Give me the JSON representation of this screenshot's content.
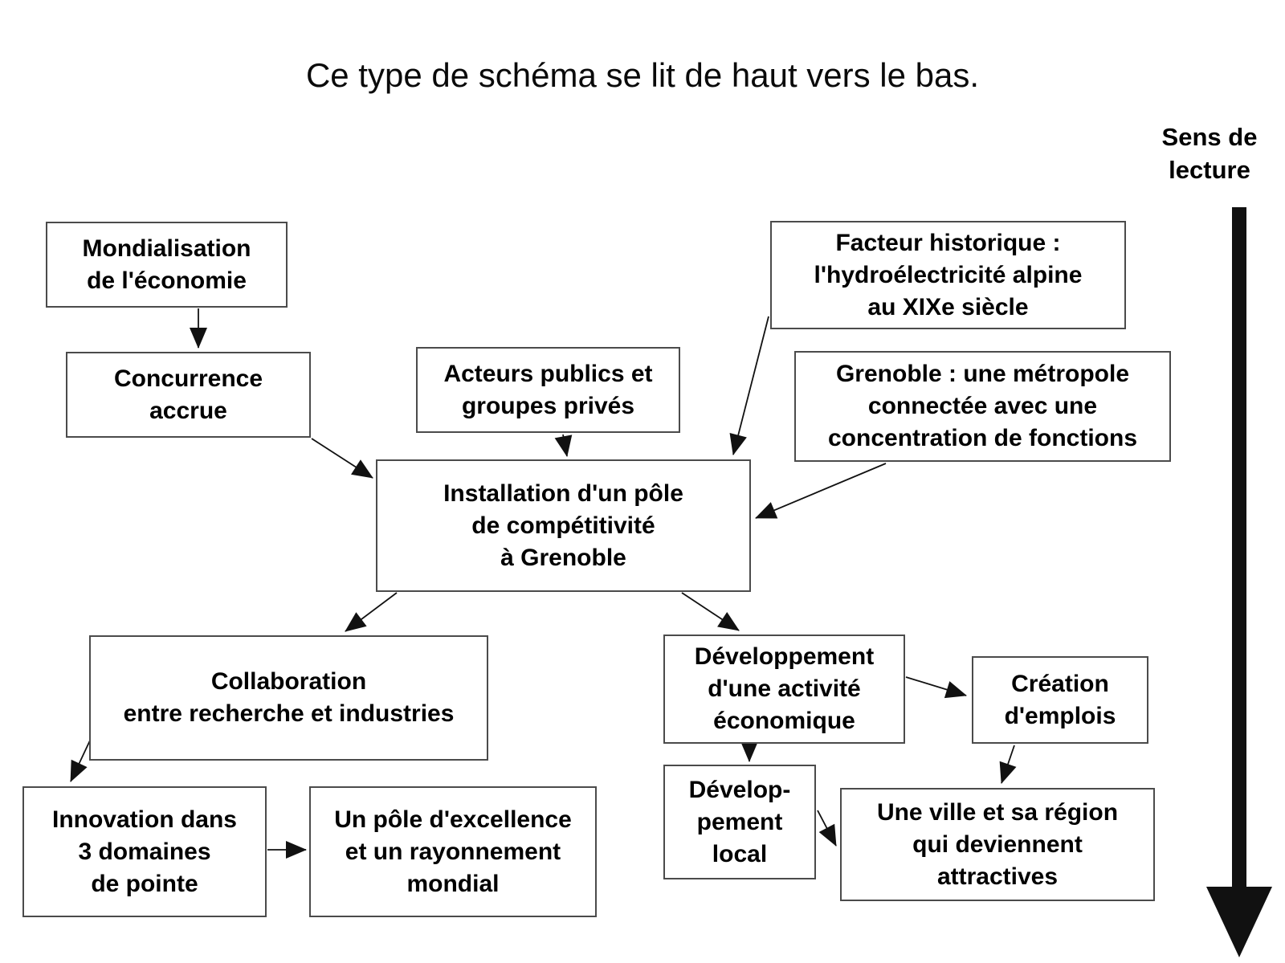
{
  "title": "Ce type de schéma se lit de haut vers le bas.",
  "reading_direction": {
    "label": "Sens de\nlecture"
  },
  "colors": {
    "background": "#ffffff",
    "text": "#000000",
    "box_border": "#4b4b4b",
    "arrow": "#111111"
  },
  "nodes": {
    "mondialisation": {
      "text": "Mondialisation\nde l'économie"
    },
    "concurrence": {
      "text": "Concurrence\naccrue"
    },
    "acteurs_publics": {
      "text": "Acteurs publics et\ngroupes privés"
    },
    "facteur_historique": {
      "text": "Facteur historique :\nl'hydroélectricité alpine\nau XIXe siècle"
    },
    "grenoble_metropole": {
      "text": "Grenoble : une métropole\nconnectée avec une\nconcentration de fonctions"
    },
    "installation": {
      "text": "Installation d'un pôle\nde compétitivité\nà Grenoble"
    },
    "collaboration": {
      "text": "Collaboration\nentre recherche et industries"
    },
    "developpement_activite": {
      "text": "Développement\nd'une activité\néconomique"
    },
    "creation_emplois": {
      "text": "Création\nd'emplois"
    },
    "innovation": {
      "text": "Innovation dans\n3 domaines\nde pointe"
    },
    "pole_excellence": {
      "text": "Un pôle d'excellence\net un rayonnement\nmondial"
    },
    "developpement_local": {
      "text": "Dévelop-\npement\nlocal"
    },
    "une_ville": {
      "text": "Une ville et sa région\nqui deviennent\nattractives"
    }
  },
  "edges": [
    {
      "from": "mondialisation",
      "to": "concurrence"
    },
    {
      "from": "concurrence",
      "to": "installation"
    },
    {
      "from": "acteurs_publics",
      "to": "installation"
    },
    {
      "from": "facteur_historique",
      "to": "installation"
    },
    {
      "from": "grenoble_metropole",
      "to": "installation"
    },
    {
      "from": "installation",
      "to": "collaboration"
    },
    {
      "from": "installation",
      "to": "developpement_activite"
    },
    {
      "from": "developpement_activite",
      "to": "creation_emplois"
    },
    {
      "from": "developpement_activite",
      "to": "developpement_local"
    },
    {
      "from": "creation_emplois",
      "to": "une_ville"
    },
    {
      "from": "developpement_local",
      "to": "une_ville"
    },
    {
      "from": "collaboration",
      "to": "innovation"
    },
    {
      "from": "innovation",
      "to": "pole_excellence"
    }
  ]
}
